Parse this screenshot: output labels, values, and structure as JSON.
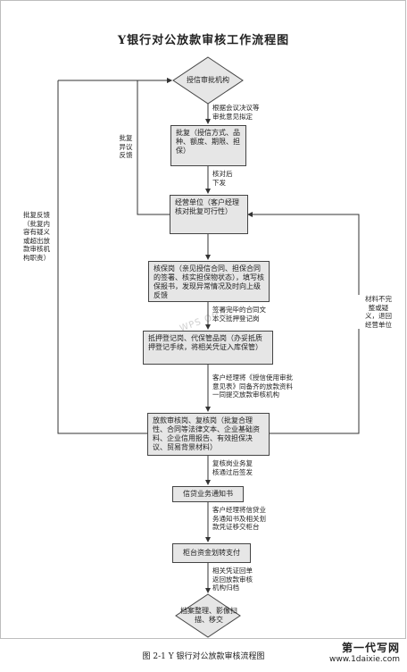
{
  "title": "Y银行对公放款审核工作流程图",
  "caption": "图 2-1  Y 银行对公放款审核流程图",
  "watermark": {
    "line1": "第一代写网",
    "line2": "www.1daixie.com"
  },
  "faint_watermark": "WPS Office",
  "nodes": {
    "credit_approval_org": "授信审批机构",
    "approval": "批复（授信方式、品种、额度、期限、担保）",
    "business_unit": "经营单位（客户经理核对批复可行性）",
    "verification_post": "核保岗（亲见授信合同、担保合同的签署、核实担保物状态），填写核保报书，发现异常情况及时向上级反馈",
    "collateral_post": "抵押登记岗、代保管品岗（办妥抵质押登记手续，将相关凭证入库保管）",
    "loan_review_post": "放款审核岗、复核岗（批复合理性、合同等法律文本、企业基础资料、企业信用报告、有效担保决议、贸易背景材料）",
    "credit_notice": "信贷业务通知书",
    "account_transfer": "柜台资金划转支付",
    "archive": "档案整理、影像扫描、移交"
  },
  "labels": {
    "l1": "根据会议决议等\n审批意见拟定",
    "l2": "核对后\n下发",
    "l3": "签署完毕的合同文\n本交抵押登记岗",
    "l4": "客户经理将《授信使用审批\n意见表》同备齐的放款资料\n一同提交放款审核机构",
    "l5": "复核岗业务复\n核通过后签发",
    "l6": "客户经理将信贷业\n务通知书及相关划\n款凭证移交柜台",
    "l7": "相关凭证回单\n返回放款审核\n机构归档",
    "left_inner": "批复\n异议\n反馈",
    "left_outer": "批复反馈\n（批复内\n容有疑义\n或超出放\n款审核机\n构职责）",
    "right": "材料不完\n整或疑\n义，退回\n经营单位"
  }
}
